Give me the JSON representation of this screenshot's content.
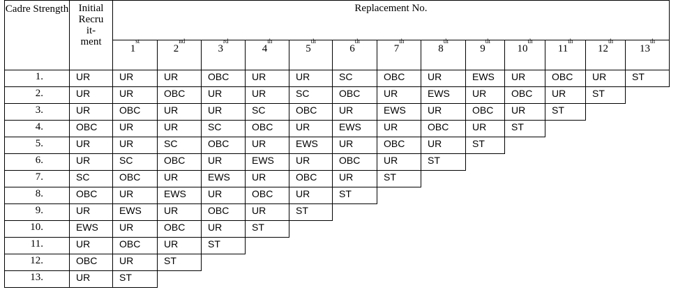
{
  "headers": {
    "cadre_strength": "Cadre Strength",
    "initial_recruitment": [
      "Initial",
      "Recru",
      "it-",
      "ment"
    ],
    "replacement": "Replacement No."
  },
  "ordinals": [
    {
      "n": "1",
      "s": "st"
    },
    {
      "n": "2",
      "s": "nd"
    },
    {
      "n": "3",
      "s": "rd"
    },
    {
      "n": "4",
      "s": "th"
    },
    {
      "n": "5",
      "s": "th"
    },
    {
      "n": "6",
      "s": "th"
    },
    {
      "n": "7",
      "s": "th"
    },
    {
      "n": "8",
      "s": "th"
    },
    {
      "n": "9",
      "s": "th"
    },
    {
      "n": "10",
      "s": "th"
    },
    {
      "n": "11",
      "s": "th"
    },
    {
      "n": "12",
      "s": "th"
    },
    {
      "n": "13",
      "s": "th"
    }
  ],
  "rows": [
    {
      "n": "1.",
      "initial": "UR",
      "r": [
        "UR",
        "UR",
        "OBC",
        "UR",
        "UR",
        "SC",
        "OBC",
        "UR",
        "EWS",
        "UR",
        "OBC",
        "UR",
        "ST"
      ]
    },
    {
      "n": "2.",
      "initial": "UR",
      "r": [
        "UR",
        "OBC",
        "UR",
        "UR",
        "SC",
        "OBC",
        "UR",
        "EWS",
        "UR",
        "OBC",
        "UR",
        "ST"
      ]
    },
    {
      "n": "3.",
      "initial": "UR",
      "r": [
        "OBC",
        "UR",
        "UR",
        "SC",
        "OBC",
        "UR",
        "EWS",
        "UR",
        "OBC",
        "UR",
        "ST"
      ]
    },
    {
      "n": "4.",
      "initial": "OBC",
      "r": [
        "UR",
        "UR",
        "SC",
        "OBC",
        "UR",
        "EWS",
        "UR",
        "OBC",
        "UR",
        "ST"
      ]
    },
    {
      "n": "5.",
      "initial": "UR",
      "r": [
        "UR",
        "SC",
        "OBC",
        "UR",
        "EWS",
        "UR",
        "OBC",
        "UR",
        "ST"
      ]
    },
    {
      "n": "6.",
      "initial": "UR",
      "r": [
        "SC",
        "OBC",
        "UR",
        "EWS",
        "UR",
        "OBC",
        "UR",
        "ST"
      ]
    },
    {
      "n": "7.",
      "initial": "SC",
      "r": [
        "OBC",
        "UR",
        "EWS",
        "UR",
        "OBC",
        "UR",
        "ST"
      ]
    },
    {
      "n": "8.",
      "initial": "OBC",
      "r": [
        "UR",
        "EWS",
        "UR",
        "OBC",
        "UR",
        "ST"
      ]
    },
    {
      "n": "9.",
      "initial": "UR",
      "r": [
        "EWS",
        "UR",
        "OBC",
        "UR",
        "ST"
      ]
    },
    {
      "n": "10.",
      "initial": "EWS",
      "r": [
        "UR",
        "OBC",
        "UR",
        "ST"
      ]
    },
    {
      "n": "11.",
      "initial": "UR",
      "r": [
        "OBC",
        "UR",
        "ST"
      ]
    },
    {
      "n": "12.",
      "initial": "OBC",
      "r": [
        "UR",
        "ST"
      ]
    },
    {
      "n": "13.",
      "initial": "UR",
      "r": [
        "ST"
      ]
    }
  ]
}
